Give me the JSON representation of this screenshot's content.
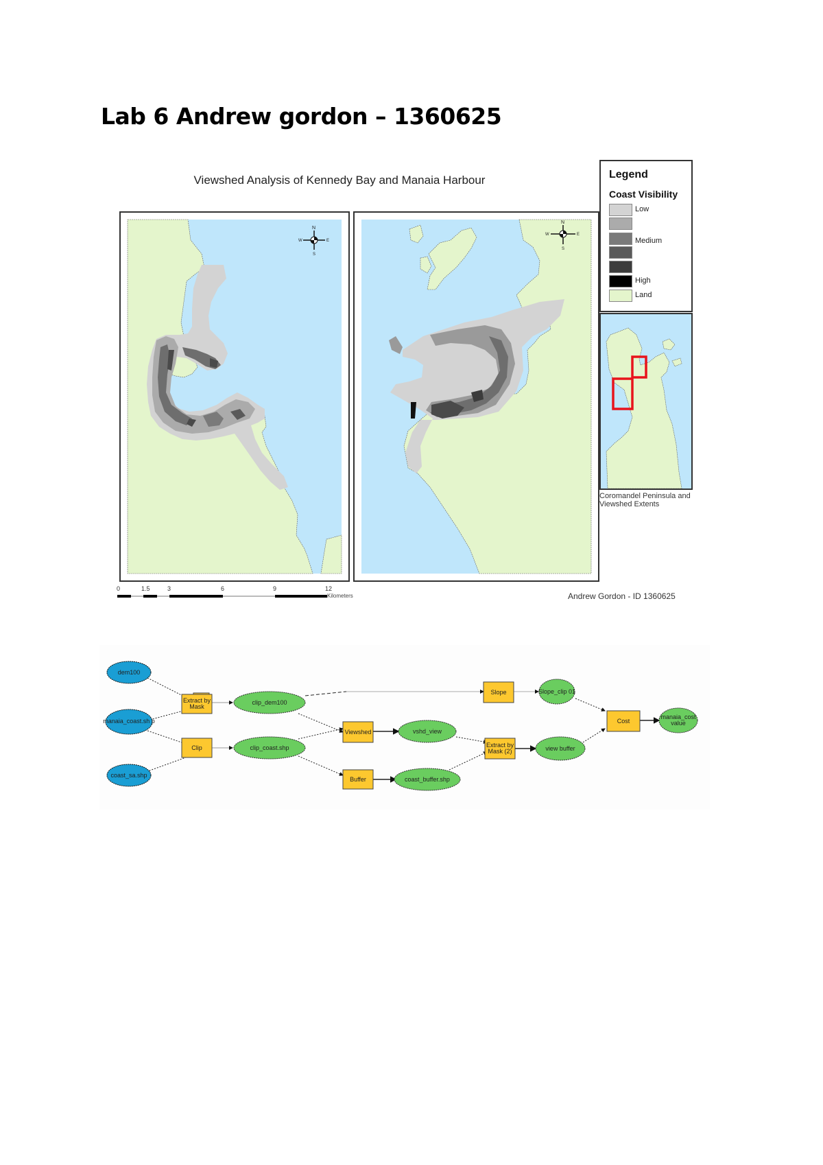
{
  "page": {
    "title": "Lab 6 Andrew gordon – 1360625"
  },
  "map_layout": {
    "title": "Viewshed Analysis of Kennedy Bay and Manaia Harbour",
    "maps": [
      {
        "name": "Kennedy Bay",
        "position": "left",
        "compass": {
          "n": "N",
          "s": "S",
          "e": "E",
          "w": "W"
        }
      },
      {
        "name": "Manaia Harbour",
        "position": "right",
        "compass": {
          "n": "N",
          "s": "S",
          "e": "E",
          "w": "W"
        }
      }
    ],
    "legend": {
      "title": "Legend",
      "subtitle": "Coast Visibility",
      "items": [
        {
          "label": "Low",
          "color": "#d3d3d3"
        },
        {
          "label": "",
          "color": "#ababab"
        },
        {
          "label": "Medium",
          "color": "#7a7a7a"
        },
        {
          "label": "",
          "color": "#5a5a5a"
        },
        {
          "label": "",
          "color": "#3c3c3c"
        },
        {
          "label": "High",
          "color": "#000000"
        },
        {
          "label": "Land",
          "color": "#e4f5cc"
        }
      ]
    },
    "inset": {
      "caption": "Coromandel Peninsula and Viewshed Extents",
      "land_color": "#e4f5cc",
      "water_color": "#bfe6fb",
      "extent_color": "#e8141c"
    },
    "scale_bar": {
      "ticks": [
        "0",
        "1.5",
        "3",
        "6",
        "9",
        "12"
      ],
      "unit": "Kilometers"
    },
    "author_credit": "Andrew Gordon - ID 1360625",
    "colors": {
      "water": "#bfe6fb",
      "land": "#e4f5cc"
    }
  },
  "model_diagram": {
    "inputs": [
      {
        "id": "dem100",
        "label": "dem100"
      },
      {
        "id": "manaia_coast",
        "label": "manaia_coast.sh p"
      },
      {
        "id": "coast_sa",
        "label": "coast_sa.shp"
      }
    ],
    "tools": [
      {
        "id": "extract1",
        "label": "Extract by Mask"
      },
      {
        "id": "clip",
        "label": "Clip"
      },
      {
        "id": "viewshed",
        "label": "Viewshed"
      },
      {
        "id": "buffer",
        "label": "Buffer"
      },
      {
        "id": "slope",
        "label": "Slope"
      },
      {
        "id": "extract2",
        "label": "Extract by Mask (2)"
      },
      {
        "id": "cost",
        "label": "Cost"
      }
    ],
    "outputs": [
      {
        "id": "clip_dem100",
        "label": "clip_dem100"
      },
      {
        "id": "clip_coast",
        "label": "clip_coast.shp"
      },
      {
        "id": "vshd_view",
        "label": "vshd_view"
      },
      {
        "id": "coast_buffer",
        "label": "coast_buffer.shp"
      },
      {
        "id": "slope_clip",
        "label": "Slope_clip 01"
      },
      {
        "id": "view_buffer",
        "label": "view buffer"
      },
      {
        "id": "final",
        "label": "manaia_cost value"
      }
    ],
    "colors": {
      "input": "#1a9ed4",
      "tool": "#fdc82f",
      "output": "#6acd5f"
    }
  }
}
